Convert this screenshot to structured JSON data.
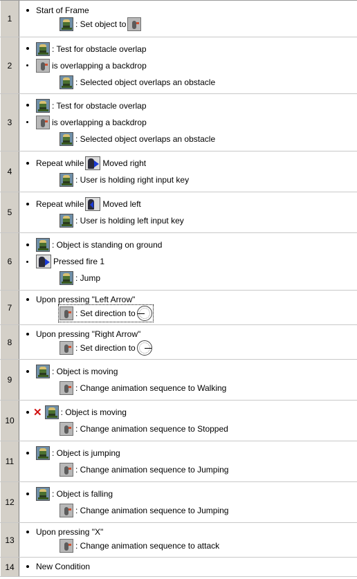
{
  "rows": [
    {
      "number": "1",
      "condition": "Start of Frame",
      "action": ": Set object to"
    },
    {
      "number": "2",
      "cond1": ": Test for obstacle overlap",
      "cond2": "is overlapping a backdrop",
      "action": ": Selected object overlaps an obstacle"
    },
    {
      "number": "3",
      "cond1": ": Test for obstacle overlap",
      "cond2": "is overlapping a backdrop",
      "action": ": Selected object overlaps an obstacle"
    },
    {
      "number": "4",
      "condition": "Repeat while",
      "condition_suffix": "Moved right",
      "action": ": User is holding right input key"
    },
    {
      "number": "5",
      "condition": "Repeat while",
      "condition_suffix": "Moved left",
      "action": ": User is holding left input key"
    },
    {
      "number": "6",
      "cond1": ": Object is standing on ground",
      "cond2": "Pressed fire 1",
      "action": ": Jump"
    },
    {
      "number": "7",
      "condition": "Upon pressing \"Left Arrow\"",
      "action": ": Set direction to"
    },
    {
      "number": "8",
      "condition": "Upon pressing \"Right Arrow\"",
      "action": ": Set direction to"
    },
    {
      "number": "9",
      "condition": ": Object is moving",
      "action": ": Change animation sequence to Walking"
    },
    {
      "number": "10",
      "condition": ": Object is moving",
      "action": ": Change animation sequence to Stopped"
    },
    {
      "number": "11",
      "condition": ": Object is jumping",
      "action": ": Change animation sequence to Jumping"
    },
    {
      "number": "12",
      "condition": ": Object is falling",
      "action": ": Change animation sequence to Jumping"
    },
    {
      "number": "13",
      "condition": "Upon pressing \"X\"",
      "action": ": Change animation sequence to attack"
    },
    {
      "number": "14",
      "condition": "New Condition"
    }
  ],
  "icons": {
    "object": "object-icon",
    "active": "active-object-icon",
    "player": "player-input-icon",
    "direction": "direction-icon",
    "negate": "negate-x-icon"
  },
  "colors": {
    "gutter": "#d4d0c8",
    "negate": "#d01010",
    "arrow": "#1a3ad8"
  }
}
